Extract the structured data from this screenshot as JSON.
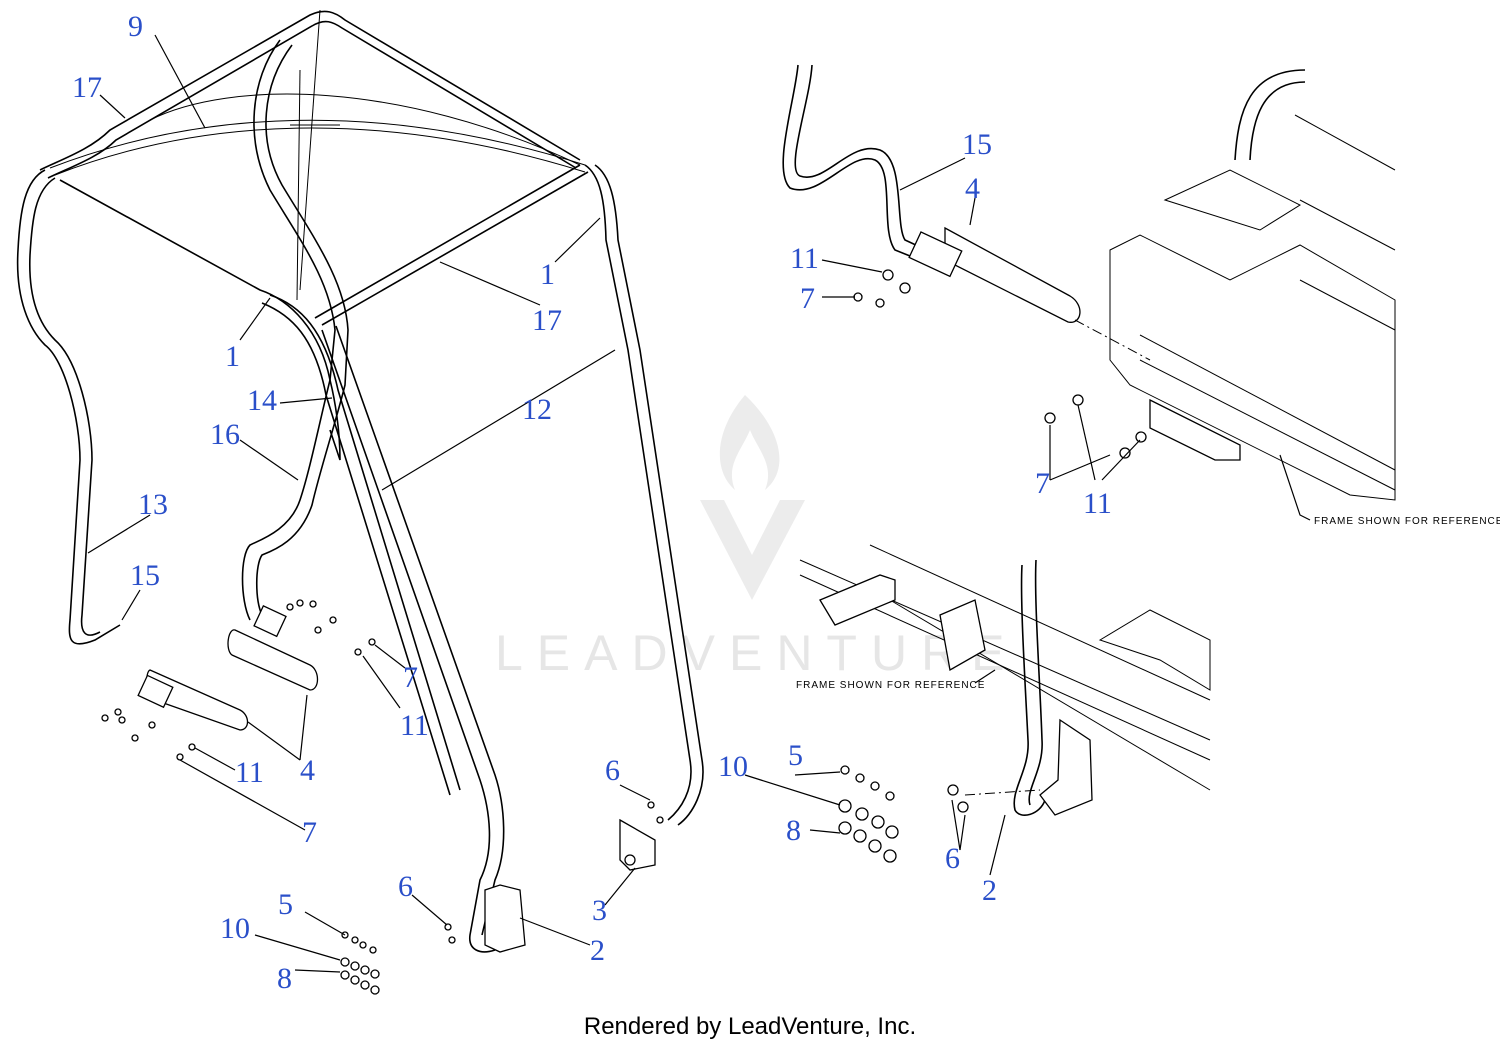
{
  "callouts": {
    "c9": "9",
    "c17a": "17",
    "c1a": "1",
    "c17b": "17",
    "c1b": "1",
    "c14": "14",
    "c16": "16",
    "c12": "12",
    "c13": "13",
    "c15a": "15",
    "c7a": "7",
    "c11a": "11",
    "c4a": "4",
    "c11b": "11",
    "c7b": "7",
    "c5a": "5",
    "c10a": "10",
    "c8a": "8",
    "c6a": "6",
    "c3": "3",
    "c6b": "6",
    "c2a": "2",
    "c15b": "15",
    "c4b": "4",
    "c11c": "11",
    "c7c": "7",
    "c7d": "7",
    "c11d": "11",
    "c5b": "5",
    "c10b": "10",
    "c8b": "8",
    "c6c": "6",
    "c2b": "2"
  },
  "reference_labels": {
    "frame_ref_upper": "FRAME SHOWN FOR REFERENCE",
    "frame_ref_lower": "FRAME SHOWN FOR REFERENCE"
  },
  "watermark": "LEADVENTURE",
  "footer": "Rendered by LeadVenture, Inc."
}
